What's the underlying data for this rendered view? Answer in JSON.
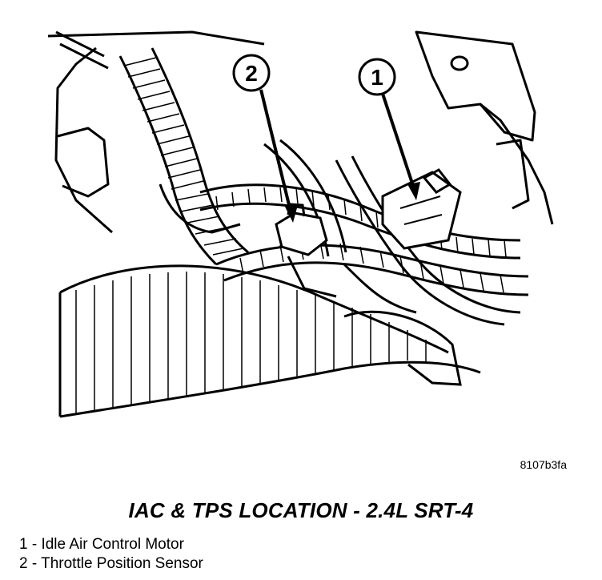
{
  "callouts": [
    {
      "number": "1",
      "label": "Idle Air Control Motor"
    },
    {
      "number": "2",
      "label": "Throttle Position Sensor"
    }
  ],
  "figure_code": "8107b3fa",
  "title": "IAC & TPS LOCATION - 2.4L SRT-4",
  "legend": [
    {
      "text": "1 - Idle Air Control Motor"
    },
    {
      "text": "2 - Throttle Position Sensor"
    }
  ],
  "colors": {
    "line": "#000000",
    "background": "#ffffff"
  }
}
